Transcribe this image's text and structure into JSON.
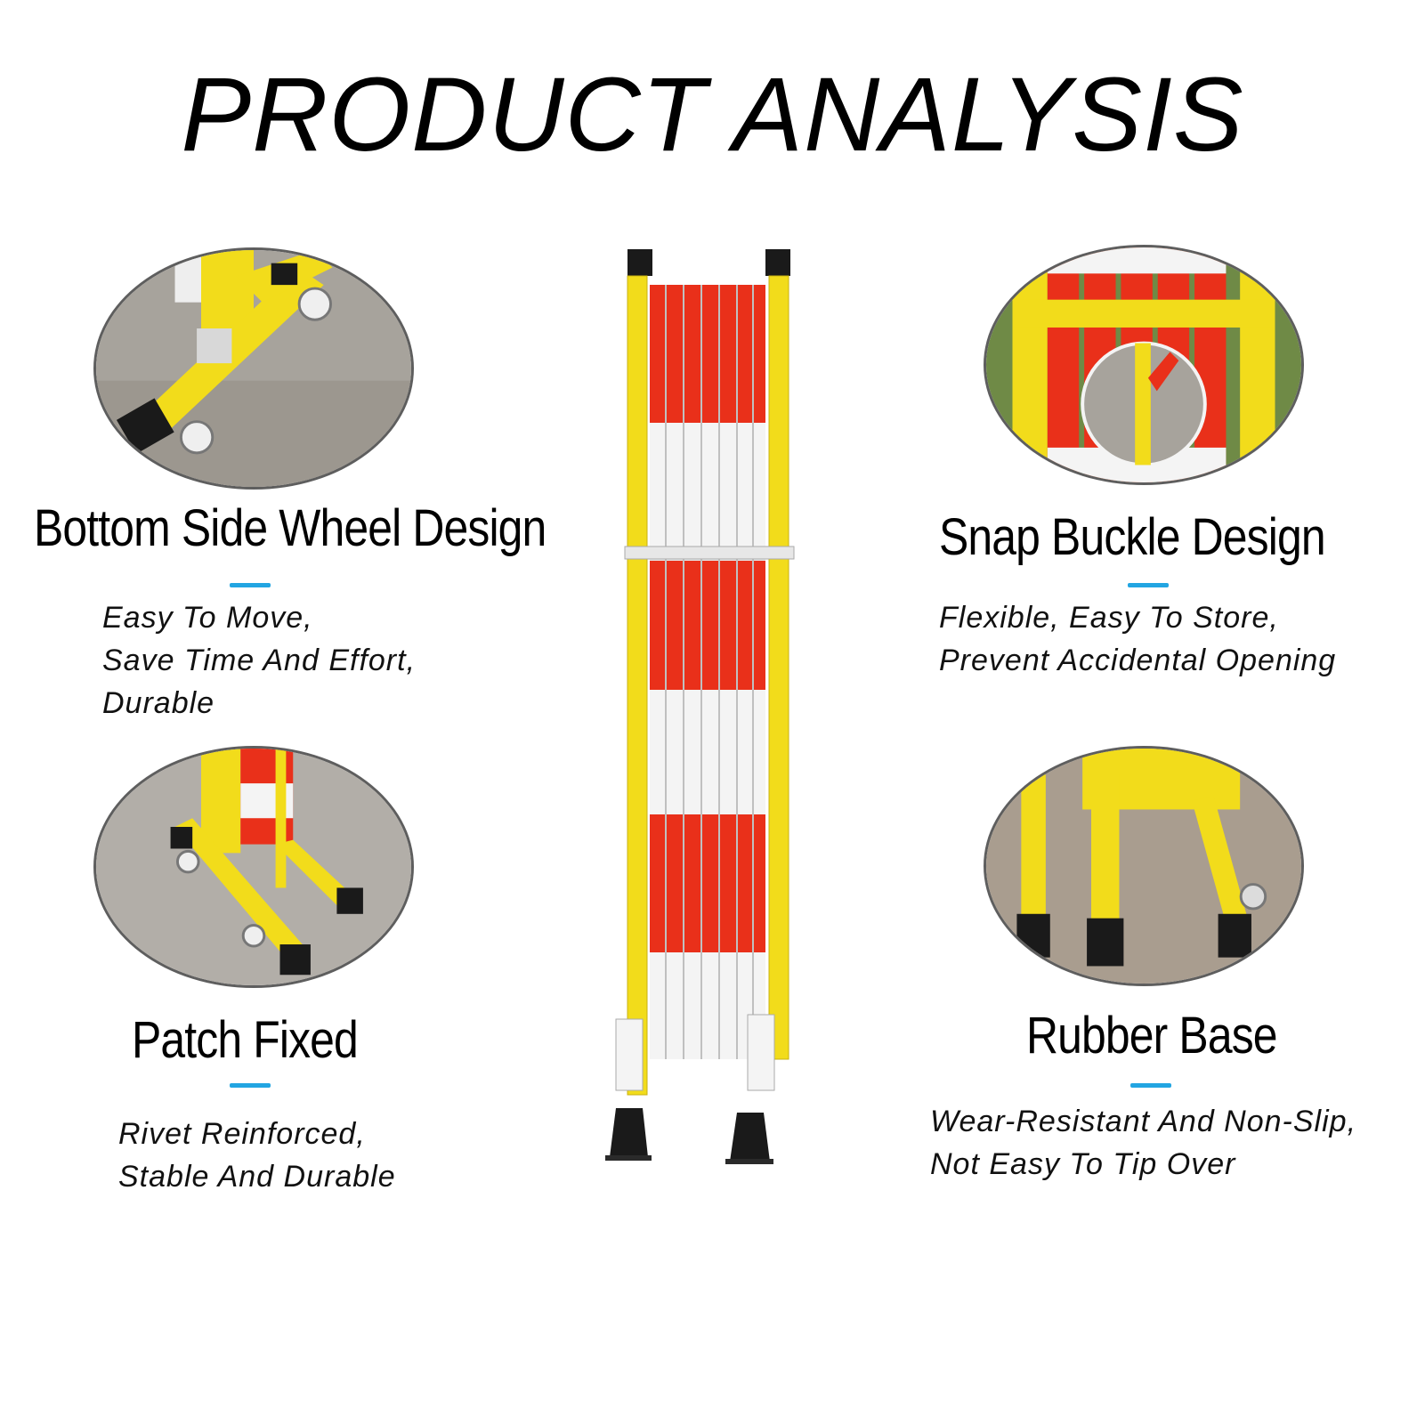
{
  "title": "PRODUCT ANALYSIS",
  "colors": {
    "accent": "#22a5e2",
    "yellow": "#f2dc1b",
    "red": "#e9301a",
    "white": "#f4f4f4",
    "black": "#1a1a1a"
  },
  "features": [
    {
      "heading": "Bottom Side Wheel Design",
      "lines": [
        "Easy To Move,",
        "Save Time And Effort,",
        "Durable"
      ],
      "image_icon": "wheel-photo-icon"
    },
    {
      "heading": "Snap Buckle Design",
      "lines": [
        "Flexible, Easy To Store,",
        "Prevent Accidental Opening"
      ],
      "image_icon": "buckle-photo-icon"
    },
    {
      "heading": "Patch Fixed",
      "lines": [
        "Rivet Reinforced,",
        "Stable And Durable"
      ],
      "image_icon": "patch-photo-icon"
    },
    {
      "heading": "Rubber Base",
      "lines": [
        "Wear-Resistant And Non-Slip,",
        "Not Easy To Tip Over"
      ],
      "image_icon": "rubber-base-photo-icon"
    }
  ],
  "product_icon": "barrier-gate-icon"
}
